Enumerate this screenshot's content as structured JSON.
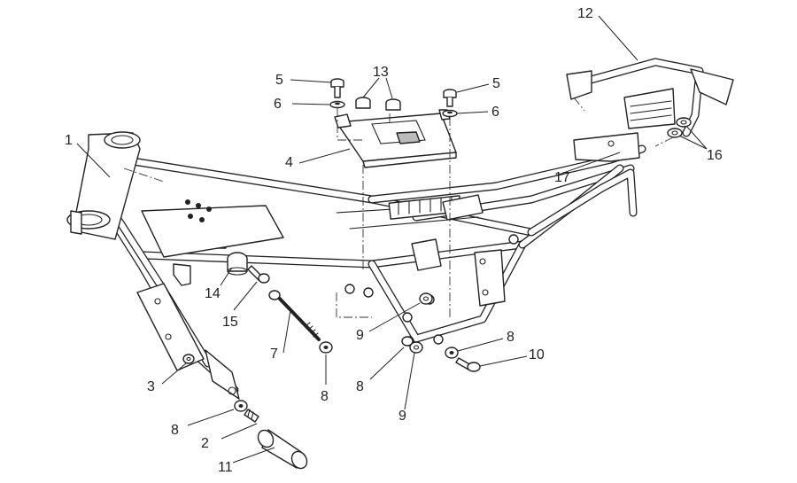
{
  "diagram": {
    "assembly": "frame",
    "callouts": [
      {
        "id": "c1",
        "label": "1",
        "part": "frame"
      },
      {
        "id": "c2",
        "label": "2",
        "part": "rubber-bushing"
      },
      {
        "id": "c3",
        "label": "3",
        "part": "nut"
      },
      {
        "id": "c4",
        "label": "4",
        "part": "battery-tray"
      },
      {
        "id": "c5a",
        "label": "5",
        "part": "screw"
      },
      {
        "id": "c5b",
        "label": "5",
        "part": "screw"
      },
      {
        "id": "c6a",
        "label": "6",
        "part": "washer"
      },
      {
        "id": "c6b",
        "label": "6",
        "part": "washer"
      },
      {
        "id": "c7",
        "label": "7",
        "part": "long-bolt"
      },
      {
        "id": "c8a",
        "label": "8",
        "part": "washer"
      },
      {
        "id": "c8b",
        "label": "8",
        "part": "washer"
      },
      {
        "id": "c8c",
        "label": "8",
        "part": "washer"
      },
      {
        "id": "c8d",
        "label": "8",
        "part": "washer"
      },
      {
        "id": "c9a",
        "label": "9",
        "part": "nut"
      },
      {
        "id": "c9b",
        "label": "9",
        "part": "nut"
      },
      {
        "id": "c10",
        "label": "10",
        "part": "bolt"
      },
      {
        "id": "c11",
        "label": "11",
        "part": "footrest-rubber"
      },
      {
        "id": "c12",
        "label": "12",
        "part": "rear-grab-rail"
      },
      {
        "id": "c13",
        "label": "13",
        "part": "rubber-grommets"
      },
      {
        "id": "c14",
        "label": "14",
        "part": "spacer"
      },
      {
        "id": "c15",
        "label": "15",
        "part": "screw"
      },
      {
        "id": "c16",
        "label": "16",
        "part": "nuts"
      },
      {
        "id": "c17",
        "label": "17",
        "part": "rear-subframe"
      }
    ]
  }
}
